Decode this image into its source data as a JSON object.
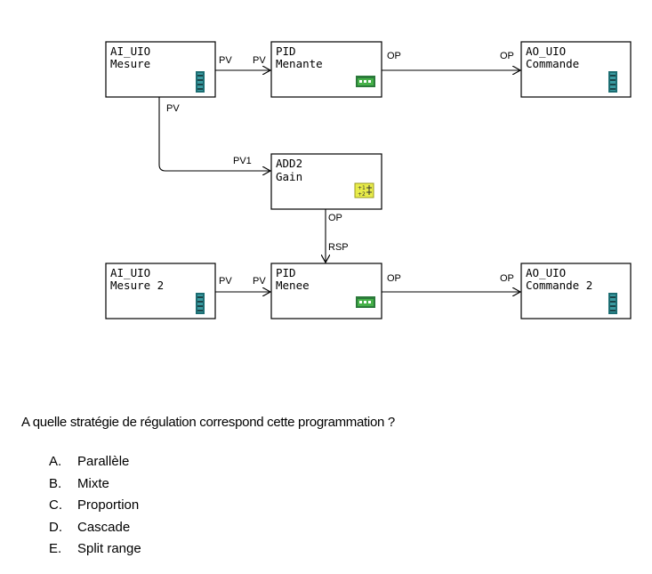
{
  "blocks": {
    "ai_mesure": {
      "type": "AI_UIO",
      "name": "Mesure"
    },
    "pid_menante": {
      "type": "PID",
      "name": "Menante"
    },
    "ao_commande": {
      "type": "AO_UIO",
      "name": "Commande"
    },
    "add2_gain": {
      "type": "ADD2",
      "name": "Gain"
    },
    "ai_mesure2": {
      "type": "AI_UIO",
      "name": "Mesure 2"
    },
    "pid_menee": {
      "type": "PID",
      "name": "Menee"
    },
    "ao_commande2": {
      "type": "AO_UIO",
      "name": "Commande 2"
    }
  },
  "pins": {
    "pv": "PV",
    "op": "OP",
    "pv1": "PV1",
    "rsp": "RSP"
  },
  "icons": {
    "io": "io-module-icon",
    "pid": "pid-controller-icon",
    "add": "adder-icon"
  },
  "question": "A quelle stratégie de régulation correspond cette programmation ?",
  "options": [
    {
      "letter": "A.",
      "text": "Parallèle"
    },
    {
      "letter": "B.",
      "text": "Mixte"
    },
    {
      "letter": "C.",
      "text": "Proportion"
    },
    {
      "letter": "D.",
      "text": "Cascade"
    },
    {
      "letter": "E.",
      "text": "Split range"
    }
  ]
}
